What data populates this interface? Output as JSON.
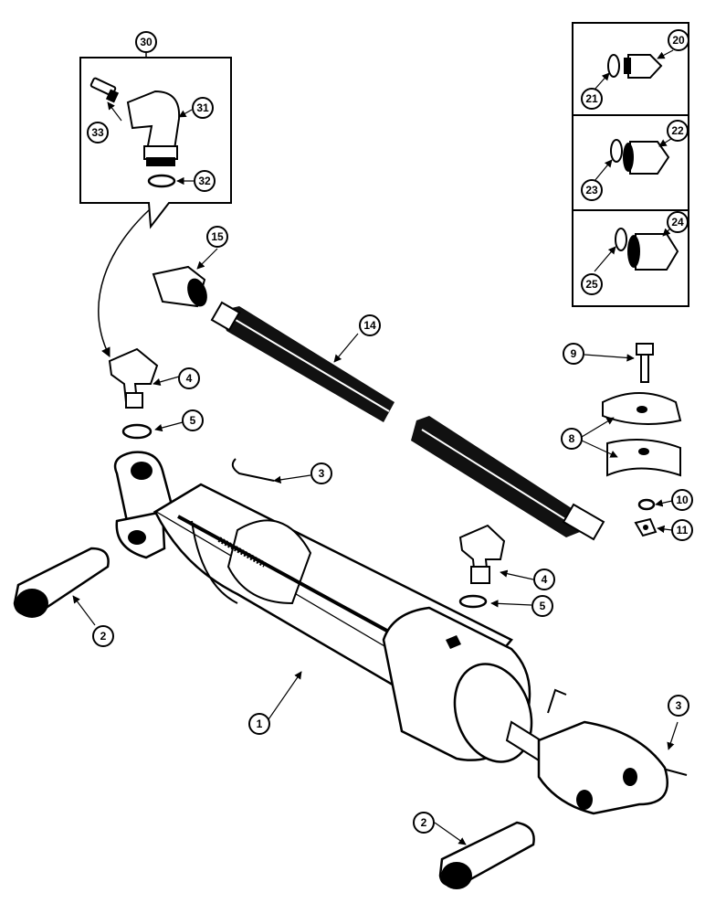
{
  "diagram": {
    "callouts": [
      "30",
      "31",
      "32",
      "33",
      "20",
      "21",
      "22",
      "23",
      "24",
      "25",
      "15",
      "14",
      "4",
      "5",
      "3",
      "9",
      "8",
      "10",
      "11",
      "2",
      "1"
    ]
  }
}
